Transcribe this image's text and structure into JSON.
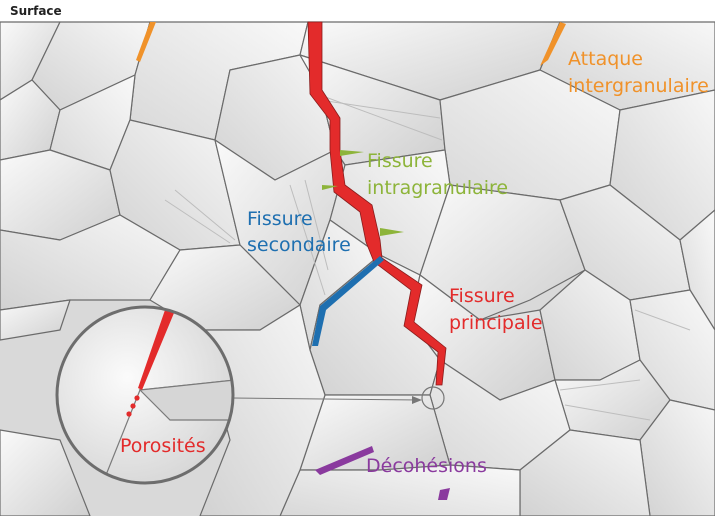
{
  "surface_label": "Surface",
  "labels": {
    "attaque_line1": "Attaque",
    "attaque_line2": "intergranulaire",
    "fissure_intra_line1": "Fissure",
    "fissure_intra_line2": "intragranulaire",
    "fissure_sec_line1": "Fissure",
    "fissure_sec_line2": "secondaire",
    "fissure_prin_line1": "Fissure",
    "fissure_prin_line2": "principale",
    "porosites": "Porosités",
    "decohesions": "Décohésions"
  },
  "colors": {
    "attaque": "#f0922a",
    "fissure_intra": "#8db43a",
    "fissure_sec": "#1e6fb0",
    "fissure_prin": "#e32b2b",
    "porosites": "#e32b2b",
    "decohesions": "#8a3a9e",
    "grain_edge": "#6b6b6b",
    "grain_fill": "#ebebeb"
  }
}
